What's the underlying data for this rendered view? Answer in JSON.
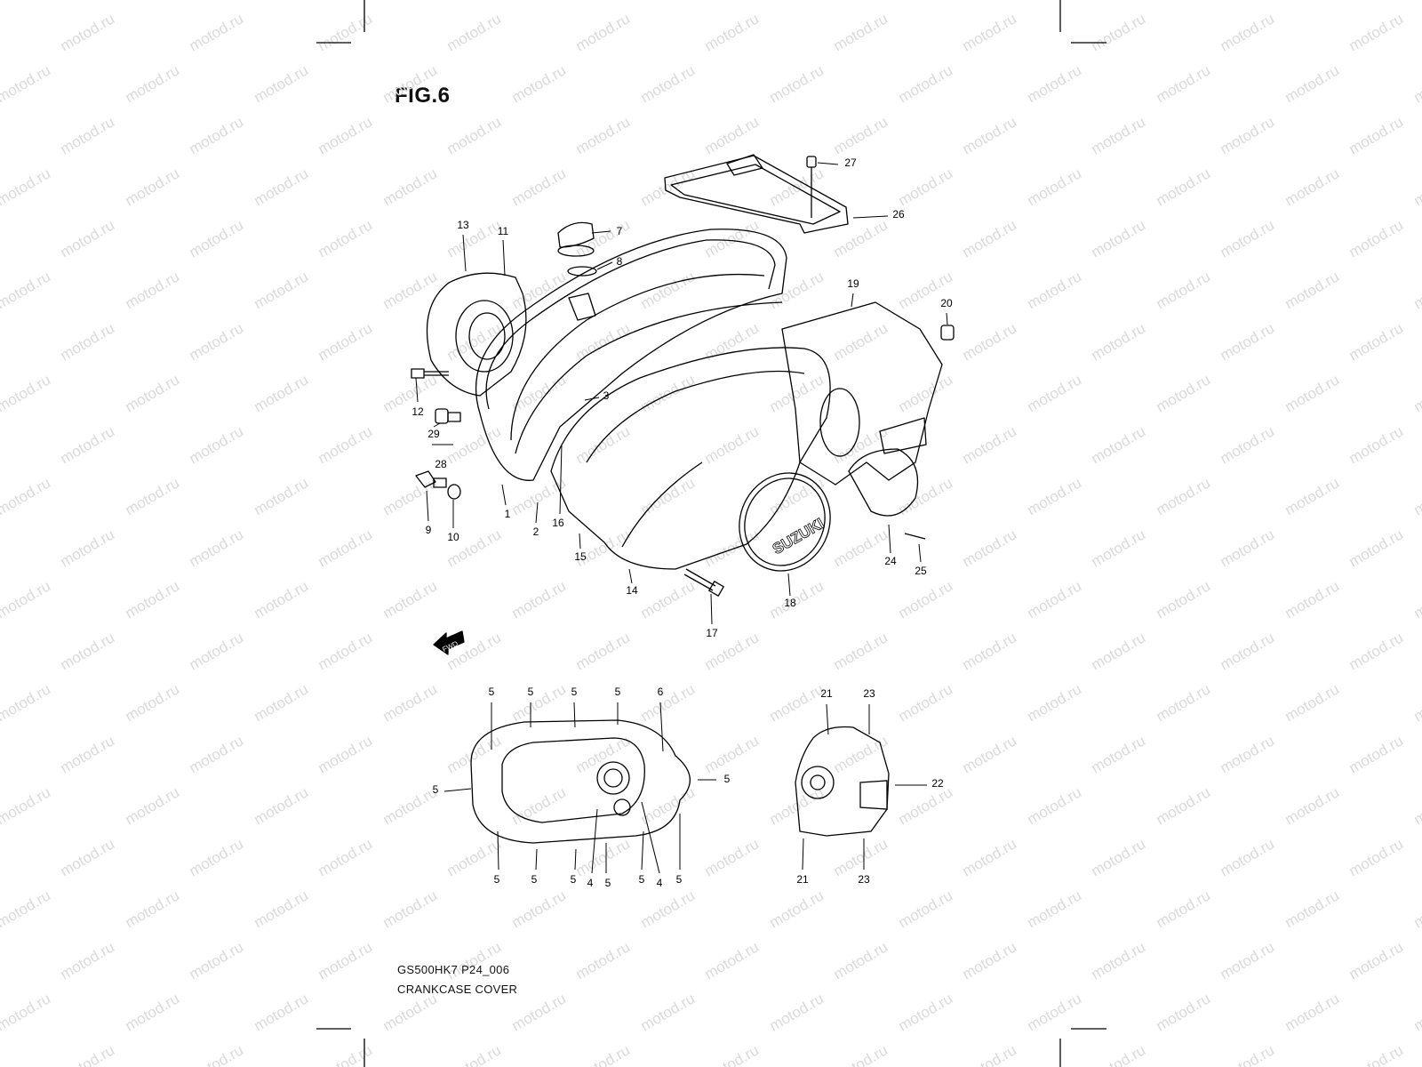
{
  "figure_title": "FIG.6",
  "watermark_text": "motod.ru",
  "footer": {
    "model_code": "GS500HK7 P24_006",
    "caption": "CRANKCASE COVER"
  },
  "emblem_text": "SUZUKI",
  "forward_arrow_text": "FWD",
  "main_callouts": [
    "1",
    "2",
    "3",
    "7",
    "8",
    "9",
    "10",
    "11",
    "12",
    "13",
    "14",
    "15",
    "16",
    "17",
    "18",
    "19",
    "20",
    "24",
    "25",
    "26",
    "27",
    "28",
    "29"
  ],
  "lower_left_callouts": [
    "5",
    "5",
    "5",
    "5",
    "6",
    "5",
    "5",
    "5",
    "5",
    "5",
    "4",
    "5",
    "5",
    "4",
    "5"
  ],
  "lower_right_callouts": [
    "21",
    "23",
    "22",
    "21",
    "23"
  ],
  "colors": {
    "line": "#000000",
    "watermark": "#d9d9d9",
    "background": "#ffffff"
  }
}
